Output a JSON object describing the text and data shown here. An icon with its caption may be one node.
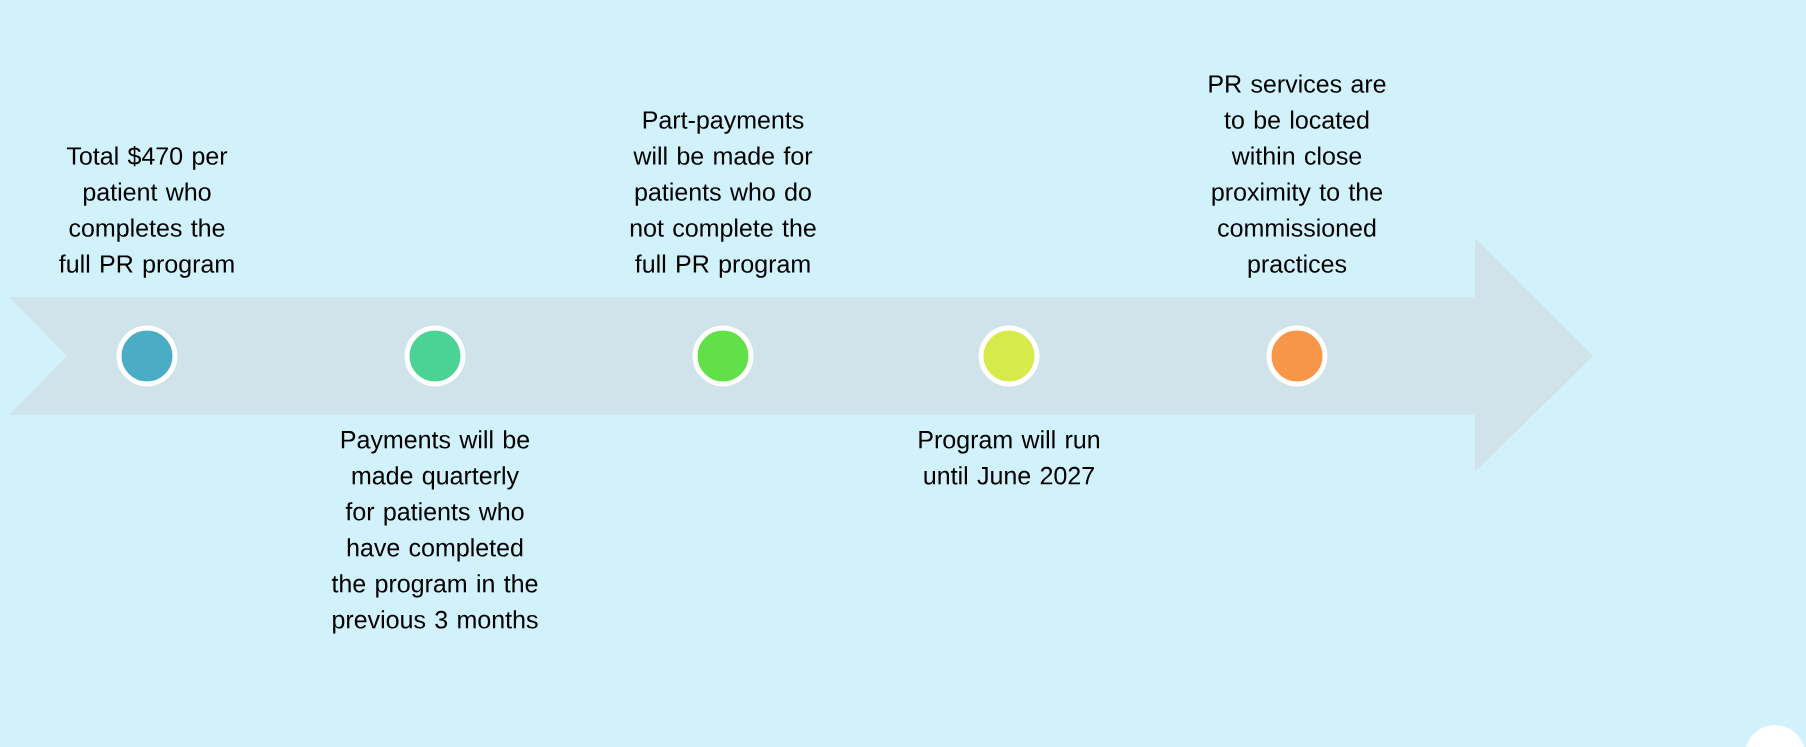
{
  "diagram": {
    "nodes": [
      {
        "text": [],
        "shape": "circle",
        "beside": [
          "Total $470 per patient who completes the full PR program"
        ]
      },
      {
        "text": [],
        "shape": "circle",
        "beside": [
          "Payments will be made quarterly for patients who have completed the program in the previous 3 months"
        ]
      },
      {
        "text": [],
        "shape": "circle",
        "beside": [
          "Part-payments will be made for patients who do not complete the full PR program"
        ]
      },
      {
        "text": [],
        "shape": "circle",
        "beside": [
          "Program will run until June 2027"
        ]
      },
      {
        "text": [],
        "shape": "circle",
        "beside": [
          "PR services are to be located within close proximity to the commissioned practices"
        ]
      }
    ]
  }
}
